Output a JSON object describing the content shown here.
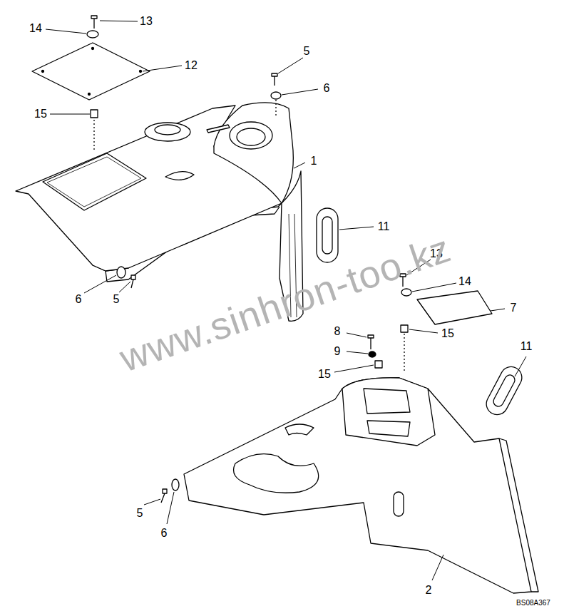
{
  "diagram": {
    "labels": [
      "14",
      "13",
      "12",
      "15",
      "5",
      "6",
      "1",
      "11",
      "6",
      "5",
      "13",
      "14",
      "7",
      "8",
      "15",
      "9",
      "15",
      "11",
      "5",
      "6",
      "2",
      "www.sinhron-too.kz",
      "BS08A367"
    ]
  }
}
